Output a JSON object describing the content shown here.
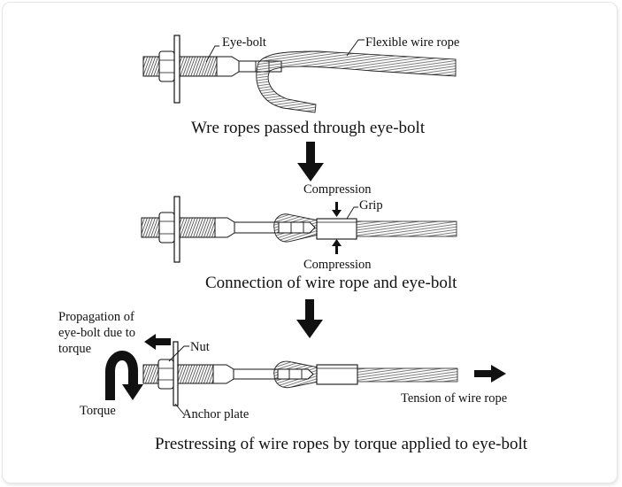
{
  "diagram": {
    "steps": [
      {
        "caption": "Wre ropes passed through eye-bolt",
        "labels": {
          "eye_bolt": "Eye-bolt",
          "wire_rope": "Flexible wire rope"
        }
      },
      {
        "caption": "Connection of wire rope and eye-bolt",
        "labels": {
          "compression_top": "Compression",
          "grip": "Grip",
          "compression_bottom": "Compression"
        }
      },
      {
        "caption": "Prestressing of wire ropes by torque applied to eye-bolt",
        "labels": {
          "propagation_line1": "Propagation of",
          "propagation_line2": "eye-bolt due to",
          "propagation_line3": "torque",
          "nut": "Nut",
          "torque": "Torque",
          "anchor_plate": "Anchor plate",
          "tension": "Tension of wire rope"
        }
      }
    ],
    "colors": {
      "ink": "#111111",
      "background": "#ffffff",
      "frame": "#e6e6e6"
    }
  }
}
